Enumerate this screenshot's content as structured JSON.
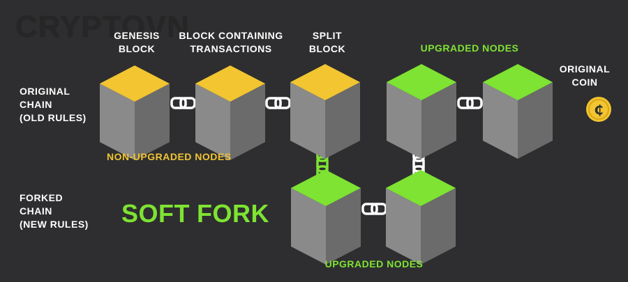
{
  "watermark": "CRYPTOVN",
  "title": {
    "word1": "SOFT",
    "word2": "FORK"
  },
  "labels": {
    "genesis_block": "GENESIS\nBLOCK",
    "block_containing_tx": "BLOCK CONTAINING\nTRANSACTIONS",
    "split_block": "SPLIT\nBLOCK",
    "upgraded_nodes_top": "UPGRADED NODES",
    "original_coin": "ORIGINAL\nCOIN",
    "original_chain": "ORIGINAL\nCHAIN\n(OLD RULES)",
    "non_upgraded_nodes": "NON-UPGRADED NODES",
    "forked_chain": "FORKED\nCHAIN\n(NEW RULES)",
    "upgraded_nodes_bottom": "UPGRADED NODES"
  },
  "coin_symbol": "₵",
  "colors": {
    "background": "#2e2e30",
    "yellow": "#f2c531",
    "green": "#7ee332",
    "cube_left": "#8a8a8a",
    "cube_right": "#6b6b6b",
    "chain_white": "#ffffff"
  }
}
